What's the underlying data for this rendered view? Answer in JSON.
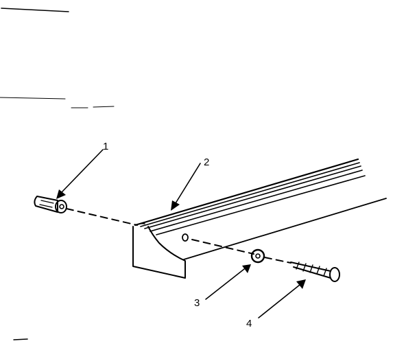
{
  "diagram": {
    "callouts": [
      {
        "number": "1",
        "part": "wall-anchor"
      },
      {
        "number": "2",
        "part": "mounting-rail"
      },
      {
        "number": "3",
        "part": "washer"
      },
      {
        "number": "4",
        "part": "screw"
      }
    ],
    "colors": {
      "ink": "#000000",
      "background": "#ffffff"
    }
  }
}
